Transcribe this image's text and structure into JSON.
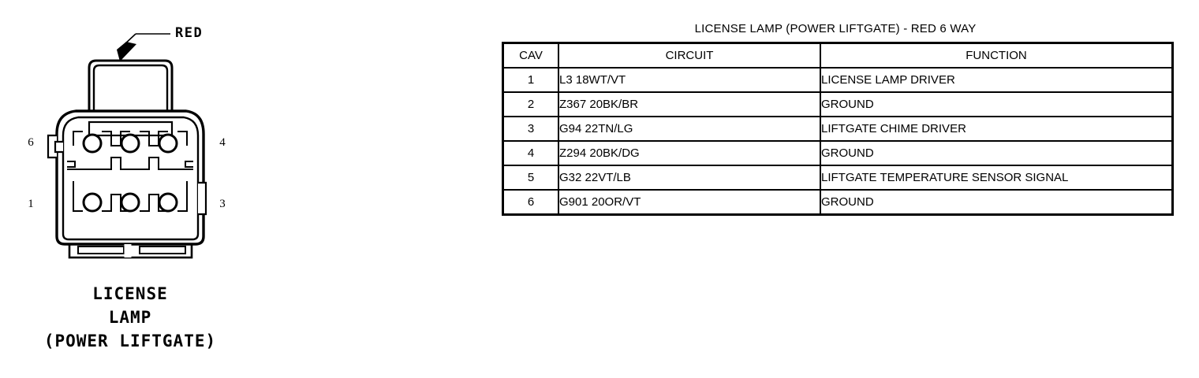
{
  "connector": {
    "callout_label": "RED",
    "pin_labels": {
      "top_left": "6",
      "bottom_left": "1",
      "top_right": "4",
      "bottom_right": "3"
    },
    "caption_line1": "LICENSE",
    "caption_line2": "LAMP",
    "caption_line3": "(POWER LIFTGATE)",
    "cavity_count": 6
  },
  "table": {
    "title": "LICENSE LAMP (POWER LIFTGATE) - RED 6 WAY",
    "headers": {
      "cav": "CAV",
      "circuit": "CIRCUIT",
      "function": "FUNCTION"
    },
    "rows": [
      {
        "cav": "1",
        "circuit": "L3 18WT/VT",
        "function": "LICENSE LAMP DRIVER"
      },
      {
        "cav": "2",
        "circuit": "Z367 20BK/BR",
        "function": "GROUND"
      },
      {
        "cav": "3",
        "circuit": "G94 22TN/LG",
        "function": "LIFTGATE CHIME DRIVER"
      },
      {
        "cav": "4",
        "circuit": "Z294 20BK/DG",
        "function": "GROUND"
      },
      {
        "cav": "5",
        "circuit": "G32 22VT/LB",
        "function": "LIFTGATE TEMPERATURE SENSOR SIGNAL"
      },
      {
        "cav": "6",
        "circuit": "G901 20OR/VT",
        "function": "GROUND"
      }
    ]
  },
  "colors": {
    "ink": "#000000",
    "background": "#ffffff"
  }
}
